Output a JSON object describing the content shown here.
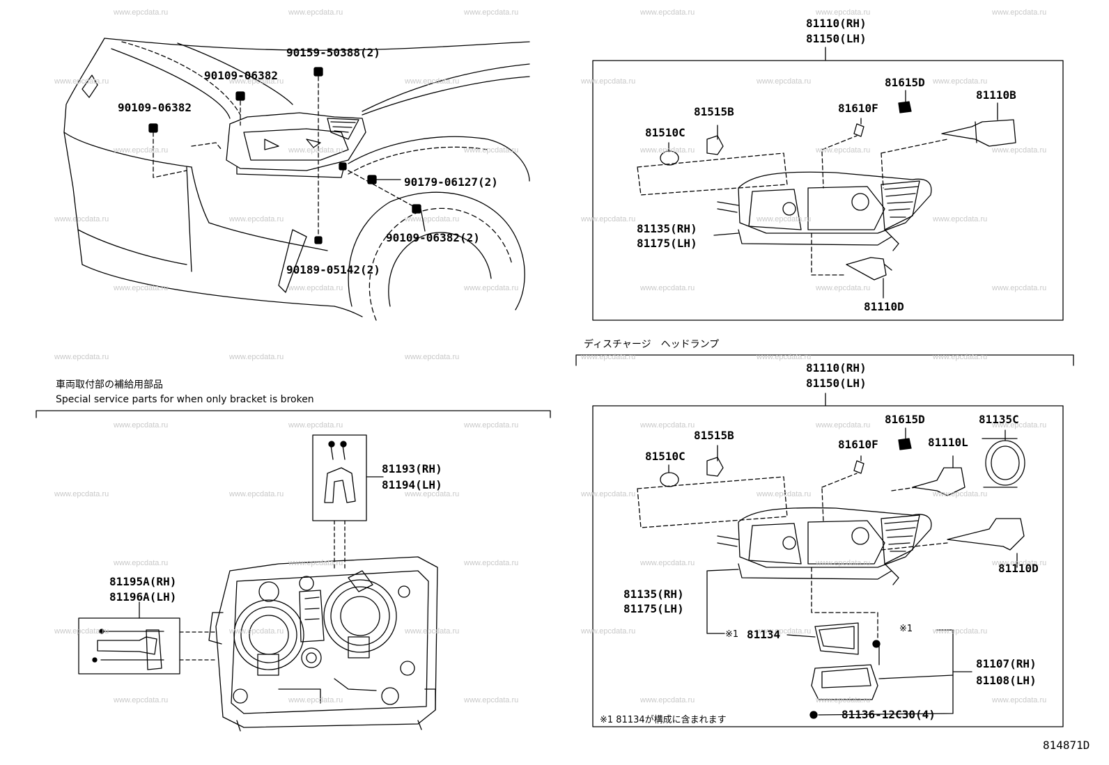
{
  "watermark": "www.epcdata.ru",
  "diagram_code": "814871D",
  "sections": {
    "bracket_title_jp": "車両取付部の補給用部品",
    "bracket_title_en": "Special service parts for when only bracket is broken",
    "discharge_title_jp": "ディスチャージ　ヘッドランプ"
  },
  "mount_labels": {
    "p1": "90159-50388(2)",
    "p2": "90109-06382",
    "p3": "90109-06382",
    "p4": "90179-06127(2)",
    "p5": "90109-06382(2)",
    "p6": "90189-05142(2)"
  },
  "upper_lamp": {
    "head_rh": "81110(RH)",
    "head_lh": "81150(LH)",
    "bulb_socket_d": "81615D",
    "bulb_b": "81110B",
    "socket_b": "81515B",
    "bulb_f": "81610F",
    "lens_c": "81510C",
    "housing_rh": "81135(RH)",
    "housing_lh": "81175(LH)",
    "bulb_d": "81110D"
  },
  "lower_lamp": {
    "head_rh": "81110(RH)",
    "head_lh": "81150(LH)",
    "bulb_socket_d": "81615D",
    "cap_c": "81135C",
    "socket_b": "81515B",
    "bulb_f": "81610F",
    "bulb_l": "81110L",
    "lens_c": "81510C",
    "bulb_d": "81110D",
    "housing_rh": "81135(RH)",
    "housing_lh": "81175(LH)",
    "mark": "※1",
    "gasket": "81134",
    "ballast_rh": "81107(RH)",
    "ballast_lh": "81108(LH)",
    "screw": "81136-12C30(4)",
    "footnote": "※1  81134が構成に含まれます"
  },
  "bracket_parts": {
    "top_rh": "81193(RH)",
    "top_lh": "81194(LH)",
    "side_rh": "81195A(RH)",
    "side_lh": "81196A(LH)"
  }
}
